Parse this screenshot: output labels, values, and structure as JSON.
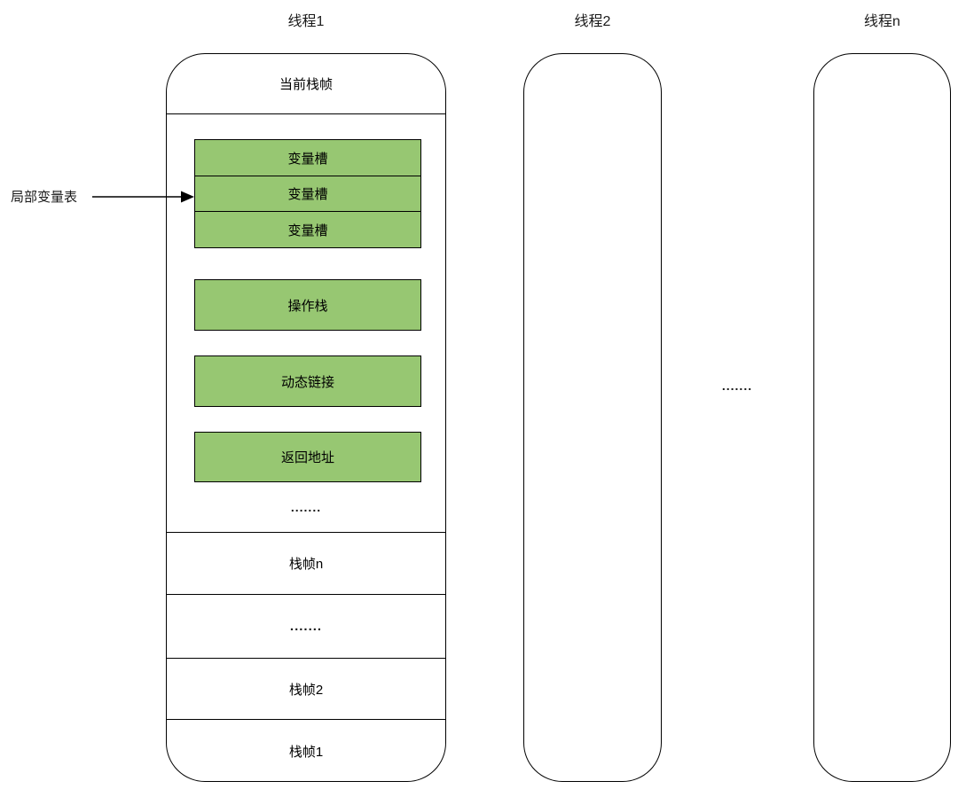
{
  "threads": [
    {
      "title": "线程1"
    },
    {
      "title": "线程2"
    },
    {
      "title": "线程n"
    }
  ],
  "thread1": {
    "current_frame": {
      "title": "当前栈帧",
      "variable_slots": [
        "变量槽",
        "变量槽",
        "变量槽"
      ],
      "operand_stack": "操作栈",
      "dynamic_link": "动态链接",
      "return_address": "返回地址",
      "more": "......."
    },
    "stack_frames": [
      "栈帧n",
      ".......",
      "栈帧2",
      "栈帧1"
    ]
  },
  "annotations": {
    "local_variable_table": "局部变量表",
    "arrow_icon": "arrow-right",
    "threads_more": "......."
  },
  "colors": {
    "slot_fill": "#97c772",
    "line": "#000000",
    "background": "#ffffff"
  }
}
